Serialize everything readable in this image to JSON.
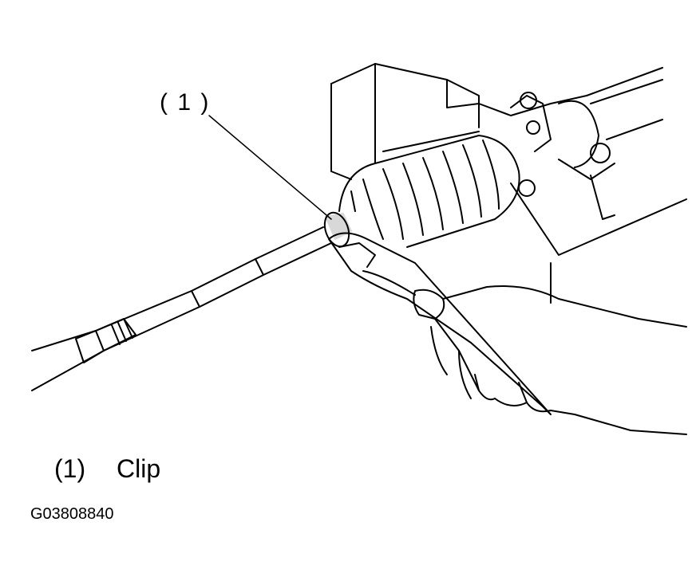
{
  "callout": {
    "number": "( 1 )"
  },
  "legend": {
    "number": "(1)",
    "label": "Clip"
  },
  "figure_id": "G03808840"
}
